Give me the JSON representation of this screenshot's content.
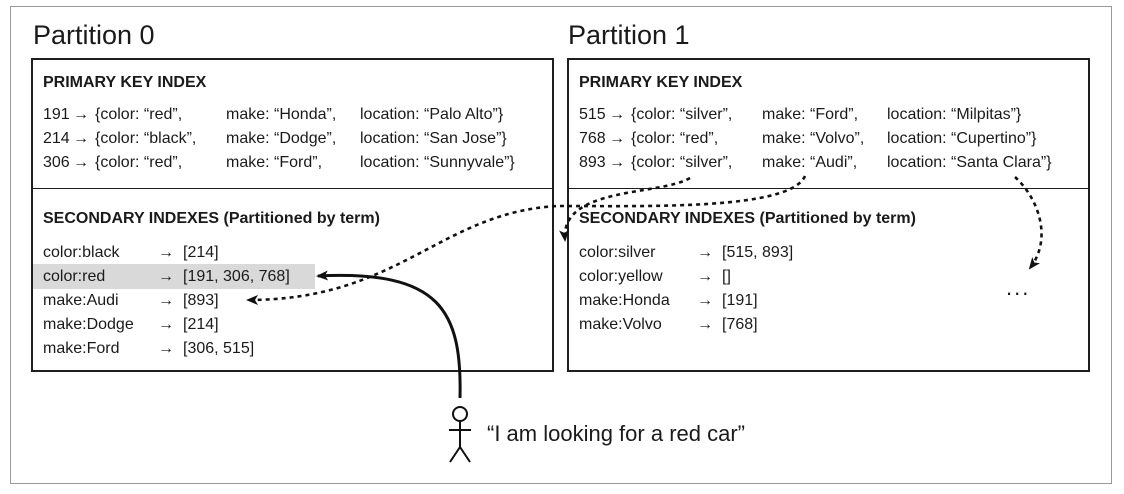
{
  "partitions": [
    {
      "title": "Partition 0",
      "primary_header": "PRIMARY KEY INDEX",
      "primary_rows": [
        {
          "key": "191",
          "arrow": "→",
          "color": "{color: “red”,",
          "make": "make: “Honda”,",
          "location": "location: “Palo Alto”}"
        },
        {
          "key": "214",
          "arrow": "→",
          "color": "{color: “black”,",
          "make": "make: “Dodge”,",
          "location": "location: “San Jose”}"
        },
        {
          "key": "306",
          "arrow": "→",
          "color": "{color: “red”,",
          "make": "make: “Ford”,",
          "location": "location: “Sunnyvale”}"
        }
      ],
      "secondary_header": "SECONDARY INDEXES (Partitioned by term)",
      "secondary_rows": [
        {
          "term": "color:black",
          "arrow": "→",
          "ids": "[214]"
        },
        {
          "term": "color:red",
          "arrow": "→",
          "ids": "[191, 306, 768]"
        },
        {
          "term": "make:Audi",
          "arrow": "→",
          "ids": "[893]"
        },
        {
          "term": "make:Dodge",
          "arrow": "→",
          "ids": "[214]"
        },
        {
          "term": "make:Ford",
          "arrow": "→",
          "ids": "[306, 515]"
        }
      ]
    },
    {
      "title": "Partition 1",
      "primary_header": "PRIMARY KEY INDEX",
      "primary_rows": [
        {
          "key": "515",
          "arrow": "→",
          "color": "{color: “silver”,",
          "make": "make: “Ford”,",
          "location": "location: “Milpitas”}"
        },
        {
          "key": "768",
          "arrow": "→",
          "color": "{color: “red”,",
          "make": "make: “Volvo”,",
          "location": "location: “Cupertino”}"
        },
        {
          "key": "893",
          "arrow": "→",
          "color": "{color: “silver”,",
          "make": "make: “Audi”,",
          "location": "location: “Santa Clara”}"
        }
      ],
      "secondary_header": "SECONDARY INDEXES (Partitioned by term)",
      "secondary_rows": [
        {
          "term": "color:silver",
          "arrow": "→",
          "ids": "[515, 893]"
        },
        {
          "term": "color:yellow",
          "arrow": "→",
          "ids": "[]"
        },
        {
          "term": "make:Honda",
          "arrow": "→",
          "ids": "[191]"
        },
        {
          "term": "make:Volvo",
          "arrow": "→",
          "ids": "[768]"
        }
      ],
      "ellipsis": "..."
    }
  ],
  "highlighted_term": "color:red",
  "query": {
    "text": "“I am looking for a red car”",
    "icon": "person-icon"
  },
  "colors": {
    "border": "#1e1e1e",
    "highlight": "#d9d9d9",
    "frame": "#9a9a9a"
  }
}
